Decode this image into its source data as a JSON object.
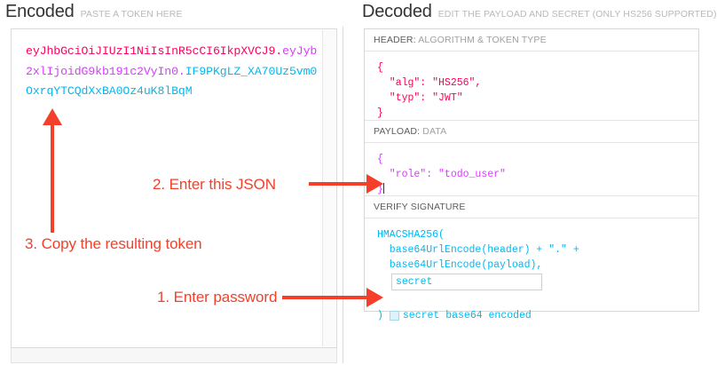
{
  "encoded": {
    "title": "Encoded",
    "subtitle": "PASTE A TOKEN HERE",
    "token": {
      "header_part": "eyJhbGciOiJIUzI1NiIsInR5cCI6IkpXVCJ9",
      "dot1": ".",
      "payload_part": "eyJyb2xlIjoidG9kb191c2VyIn0",
      "dot2": ".",
      "signature_part": "IF9PKgLZ_XA70Uz5vm0OxrqYTCQdXxBA0Oz4uK8lBqM"
    }
  },
  "decoded": {
    "title": "Decoded",
    "subtitle": "EDIT THE PAYLOAD AND SECRET (ONLY HS256 SUPPORTED)",
    "sections": {
      "header": {
        "label_key": "HEADER:",
        "label_rest": " ALGORITHM & TOKEN TYPE",
        "body": "{\n  \"alg\": \"HS256\",\n  \"typ\": \"JWT\"\n}"
      },
      "payload": {
        "label_key": "PAYLOAD:",
        "label_rest": " DATA",
        "body": "{\n  \"role\": \"todo_user\"\n}"
      },
      "signature": {
        "label_key": "VERIFY SIGNATURE",
        "label_rest": "",
        "line1": "HMACSHA256(",
        "line2": "  base64UrlEncode(header) + \".\" +",
        "line3": "  base64UrlEncode(payload),",
        "secret_value": "secret",
        "closing_paren": ")",
        "base64_label": "secret base64 encoded"
      }
    }
  },
  "annotations": {
    "step1": "1. Enter password",
    "step2": "2. Enter this JSON",
    "step3": "3. Copy the resulting token"
  },
  "colors": {
    "jwt_header": "#fb015b",
    "jwt_payload": "#d63aff",
    "jwt_signature": "#00b9f1",
    "annotation_red": "#f4402a"
  }
}
